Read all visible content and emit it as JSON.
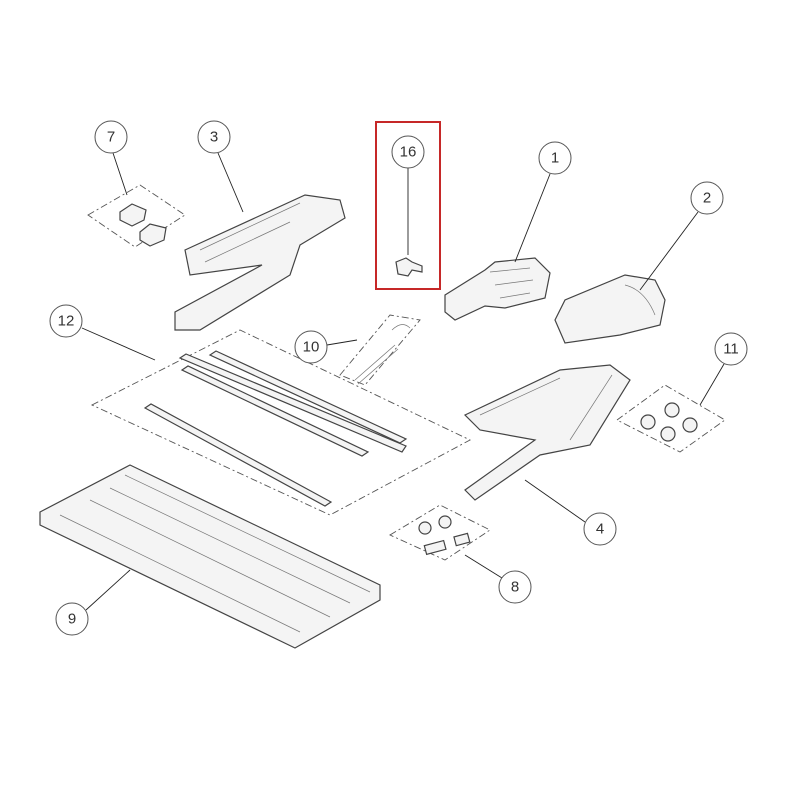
{
  "diagram": {
    "highlight_color": "#c62828",
    "highlighted_part": "16",
    "callouts": [
      "7",
      "3",
      "16",
      "1",
      "2",
      "12",
      "10",
      "11",
      "4",
      "8",
      "9"
    ]
  }
}
